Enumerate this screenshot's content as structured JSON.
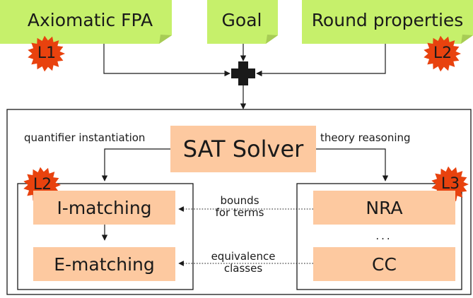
{
  "inputs": {
    "axiomatic_fpa": "Axiomatic FPA",
    "goal": "Goal",
    "round_properties": "Round properties"
  },
  "badges": {
    "axiomatic_fpa": "L1",
    "round_properties": "L2",
    "matching": "L2",
    "theories": "L3"
  },
  "solver": {
    "sat_solver": "SAT Solver",
    "left_edge_label": "quantifier instantiation",
    "right_edge_label": "theory reasoning"
  },
  "matching": {
    "i_matching": "I-matching",
    "e_matching": "E-matching"
  },
  "theories": {
    "nra": "NRA",
    "ellipsis": "...",
    "cc": "CC"
  },
  "links": {
    "bounds_line1": "bounds",
    "bounds_line2": "for terms",
    "equiv_line1": "equivalence",
    "equiv_line2": "classes"
  },
  "colors": {
    "note_fill": "#c6f06b",
    "block_fill": "#fdc9a0",
    "badge_fill": "#e8420e",
    "line": "#1a1a1a"
  }
}
